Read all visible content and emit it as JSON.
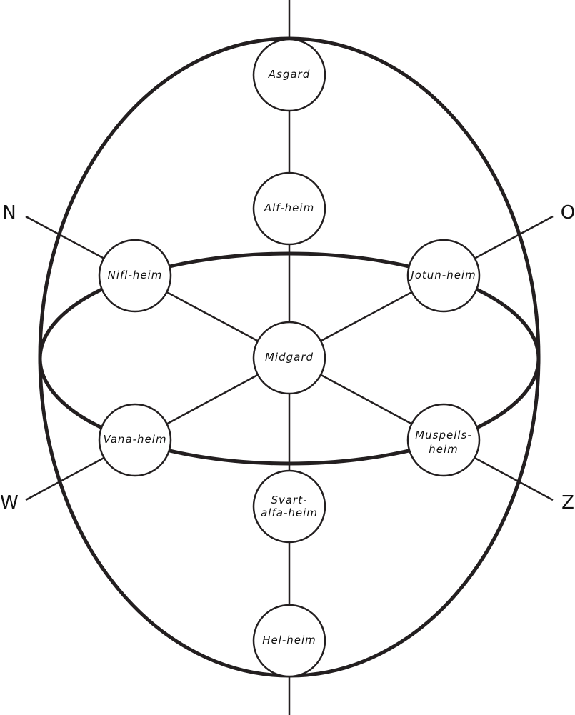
{
  "directions": {
    "north": "N",
    "east": "O",
    "west": "W",
    "south": "Z"
  },
  "worlds": {
    "asgard": [
      "Asgard"
    ],
    "alfheim": [
      "Alf-heim"
    ],
    "niflheim": [
      "Nifl-heim"
    ],
    "jotunheim": [
      "Jotun-heim"
    ],
    "midgard": [
      "Midgard"
    ],
    "vanaheim": [
      "Vana-heim"
    ],
    "muspellsheim": [
      "Muspells-",
      "heim"
    ],
    "svartalfaheim": [
      "Svart-",
      "alfa-heim"
    ],
    "helheim": [
      "Hel-heim"
    ]
  },
  "colors": {
    "stroke": "#231f20"
  }
}
